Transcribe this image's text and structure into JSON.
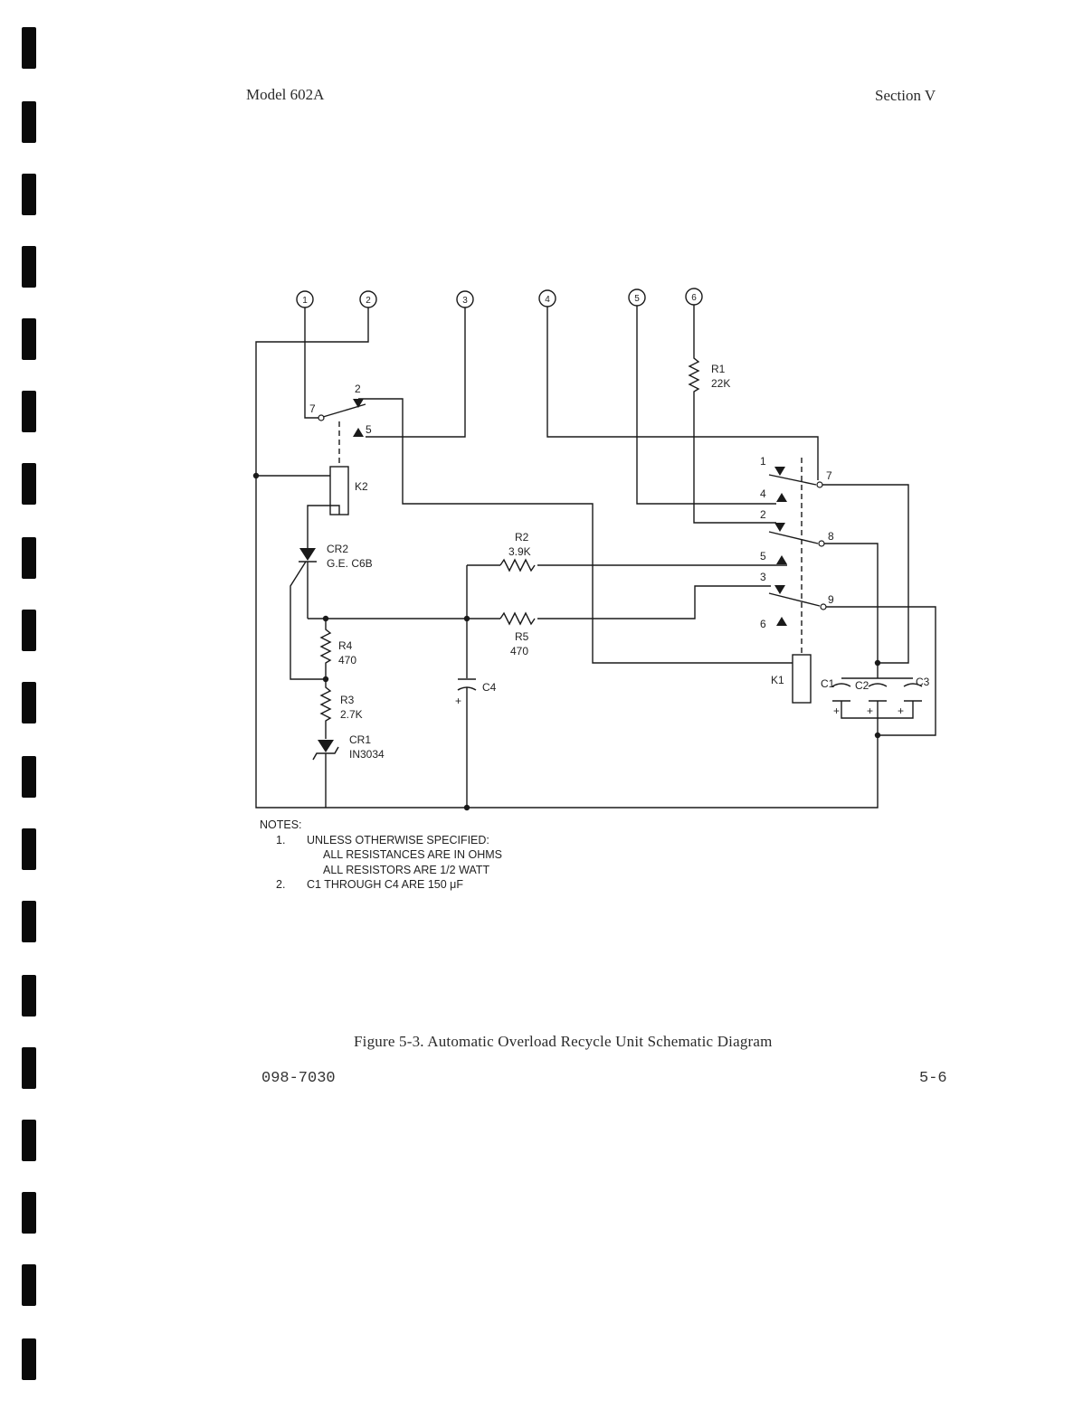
{
  "header": {
    "model": "Model 602A",
    "section": "Section V"
  },
  "footer": {
    "doc_number": "098-7030",
    "page_number": "5-6"
  },
  "caption": "Figure 5-3.  Automatic Overload Recycle Unit Schematic Diagram",
  "terminals": [
    "1",
    "2",
    "3",
    "4",
    "5",
    "6"
  ],
  "components": {
    "r1": {
      "ref": "R1",
      "value": "22K"
    },
    "r2": {
      "ref": "R2",
      "value": "3.9K"
    },
    "r3": {
      "ref": "R3",
      "value": "2.7K"
    },
    "r4": {
      "ref": "R4",
      "value": "470"
    },
    "r5": {
      "ref": "R5",
      "value": "470"
    },
    "cr1": {
      "ref": "CR1",
      "value": "IN3034"
    },
    "cr2": {
      "ref": "CR2",
      "value": "G.E. C6B"
    },
    "c4": {
      "ref": "C4"
    },
    "k1": {
      "ref": "K1"
    },
    "k2": {
      "ref": "K2"
    },
    "c1": {
      "ref": "C1"
    },
    "c2": {
      "ref": "C2"
    },
    "c3": {
      "ref": "C3"
    }
  },
  "k2_contacts": {
    "common": "7",
    "nc": "2",
    "no": "5"
  },
  "k1_contacts": {
    "p1": "1",
    "p4": "4",
    "p2": "2",
    "p5": "5",
    "p3": "3",
    "p6": "6",
    "c7": "7",
    "c8": "8",
    "c9": "9"
  },
  "polarity": "+",
  "notes": {
    "heading": "NOTES:",
    "n1_num": "1.",
    "n1_text": "UNLESS OTHERWISE SPECIFIED:",
    "n1_a": "ALL RESISTANCES ARE IN OHMS",
    "n1_b": "ALL RESISTORS ARE 1/2 WATT",
    "n2_num": "2.",
    "n2_text": "C1 THROUGH C4 ARE 150 μF"
  }
}
